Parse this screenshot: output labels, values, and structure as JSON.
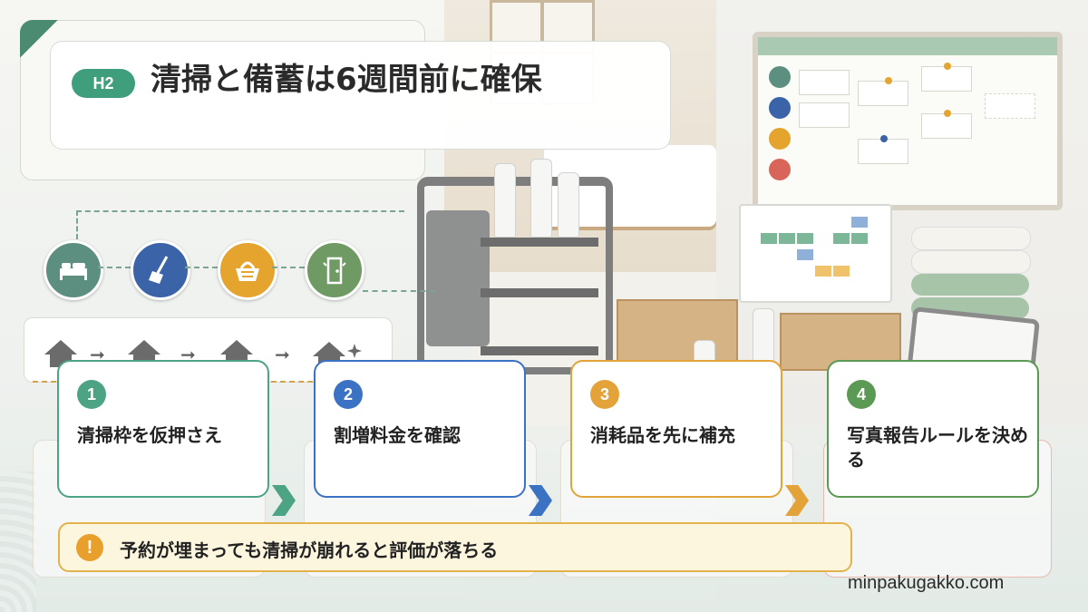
{
  "title": {
    "badge": "H2",
    "text": "清掃と備蓄は6週間前に確保"
  },
  "flow_icons": [
    {
      "name": "bed-icon",
      "color": "#5d8f80"
    },
    {
      "name": "broom-icon",
      "color": "#3b63a8"
    },
    {
      "name": "basket-icon",
      "color": "#e5a42e"
    },
    {
      "name": "door-icon",
      "color": "#6f9a63"
    }
  ],
  "steps": [
    {
      "number": "1",
      "label": "清掃枠を仮押さえ",
      "color": "#4da484"
    },
    {
      "number": "2",
      "label": "割増料金を確認",
      "color": "#3b72c4"
    },
    {
      "number": "3",
      "label": "消耗品を先に補充",
      "color": "#e3a339"
    },
    {
      "number": "4",
      "label": "写真報告ルールを決める",
      "color": "#5a9a55"
    }
  ],
  "warning": {
    "icon": "!",
    "text": "予約が埋まっても清掃が崩れると評価が落ちる"
  },
  "footer": {
    "site": "minpakugakko.com"
  }
}
